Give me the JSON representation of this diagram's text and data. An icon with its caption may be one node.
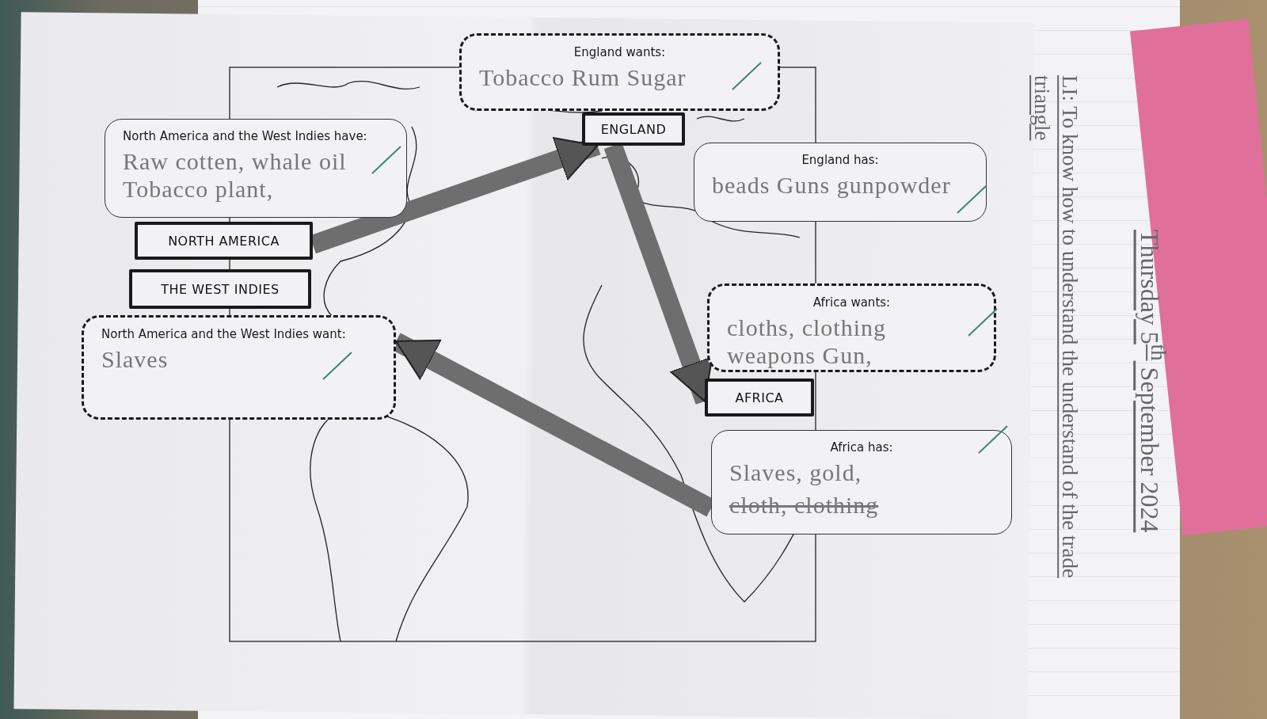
{
  "diagram": {
    "nodes": [
      {
        "text": [
          "England wants:",
          "Tobacco Rum Sugar"
        ]
      },
      {
        "text": [
          "ENGLAND"
        ]
      },
      {
        "text": [
          "North America and the West Indies have:",
          "Raw cotten, whale oil Tobacco plant,"
        ]
      },
      {
        "text": [
          "England has:",
          "beads Guns gunpowder"
        ]
      },
      {
        "text": [
          "NORTH AMERICA"
        ]
      },
      {
        "text": [
          "THE WEST INDIES"
        ]
      },
      {
        "text": [
          "North America and the West Indies want:",
          "Slaves"
        ]
      },
      {
        "text": [
          "Africa wants:",
          "cloths, clothing weapons Gun,"
        ]
      },
      {
        "text": [
          "AFRICA"
        ]
      },
      {
        "text": [
          "Africa has:",
          "Slaves, gold,",
          "cloth, clothing"
        ]
      }
    ],
    "edges": [
      {
        "from": 4,
        "to": 1,
        "arrow": "to"
      },
      {
        "from": 1,
        "to": 8,
        "arrow": "to"
      },
      {
        "from": 9,
        "to": 6,
        "arrow": "to"
      }
    ],
    "labels": [
      "Thursday 5$^{th}$ September 2024",
      "LI: To know how to understand the understand of the trade triangle"
    ]
  }
}
